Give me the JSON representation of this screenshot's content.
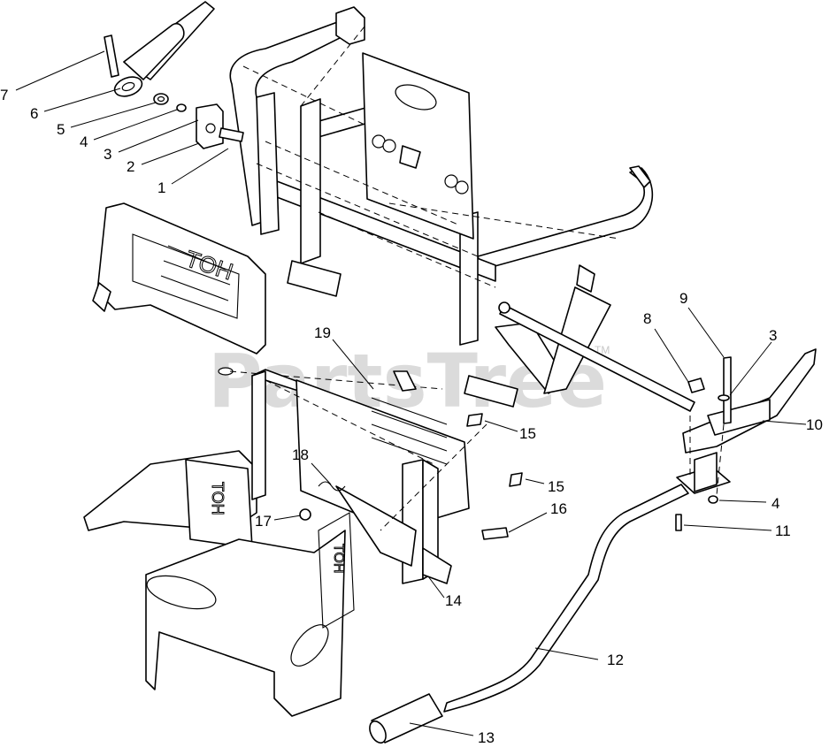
{
  "watermark": {
    "text": "PartsTree",
    "trademark": "TM"
  },
  "callouts": [
    {
      "id": "c7",
      "label": "7"
    },
    {
      "id": "c6",
      "label": "6"
    },
    {
      "id": "c5",
      "label": "5"
    },
    {
      "id": "c4a",
      "label": "4"
    },
    {
      "id": "c3a",
      "label": "3"
    },
    {
      "id": "c2",
      "label": "2"
    },
    {
      "id": "c1",
      "label": "1"
    },
    {
      "id": "c8",
      "label": "8"
    },
    {
      "id": "c9",
      "label": "9"
    },
    {
      "id": "c3b",
      "label": "3"
    },
    {
      "id": "c10",
      "label": "10"
    },
    {
      "id": "c19",
      "label": "19"
    },
    {
      "id": "c15a",
      "label": "15"
    },
    {
      "id": "c15b",
      "label": "15"
    },
    {
      "id": "c16",
      "label": "16"
    },
    {
      "id": "c18",
      "label": "18"
    },
    {
      "id": "c17",
      "label": "17"
    },
    {
      "id": "c14",
      "label": "14"
    },
    {
      "id": "c4b",
      "label": "4"
    },
    {
      "id": "c11",
      "label": "11"
    },
    {
      "id": "c12",
      "label": "12"
    },
    {
      "id": "c13",
      "label": "13"
    }
  ]
}
